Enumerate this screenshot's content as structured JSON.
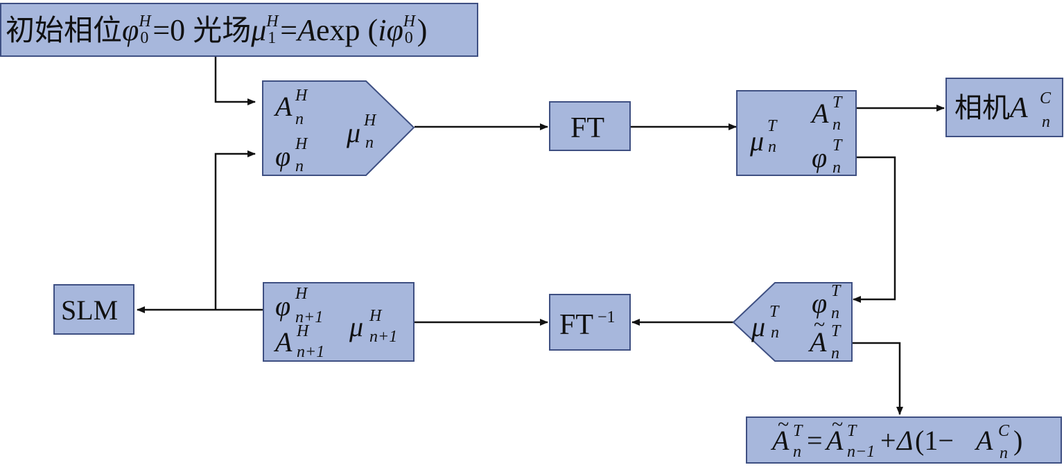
{
  "init_box": {
    "prefix_cn": "初始相位",
    "phi": "φ",
    "phi_sup": "H",
    "phi_sub": "0",
    "eq1": "=0 ",
    "field_cn": "光场",
    "mu": "μ",
    "mu_sup": "H",
    "mu_sub": "1",
    "eq2": "=",
    "A": "A",
    "exp": "exp (",
    "i": "i",
    "phi2": "φ",
    "phi2_sup": "H",
    "phi2_sub": "0",
    "close": ")"
  },
  "holo_box": {
    "A": "A",
    "A_sup": "H",
    "A_sub": "n",
    "phi": "φ",
    "phi_sup": "H",
    "phi_sub": "n",
    "mu": "μ",
    "mu_sup": "H",
    "mu_sub": "n"
  },
  "ft_box": {
    "label": "FT"
  },
  "target_box": {
    "mu": "μ",
    "mu_sup": "T",
    "mu_sub": "n",
    "A": "A",
    "A_sup": "T",
    "A_sub": "n",
    "phi": "φ",
    "phi_sup": "T",
    "phi_sub": "n"
  },
  "camera_box": {
    "cn": "相机",
    "A": "A",
    "A_sup": "C",
    "A_sub": "n"
  },
  "slm_box": {
    "label": "SLM"
  },
  "next_box": {
    "phi": "φ",
    "phi_sup": "H",
    "phi_sub": "n+1",
    "A": "A",
    "A_sup": "H",
    "A_sub": "n+1",
    "mu": "μ",
    "mu_sup": "H",
    "mu_sub": "n+1"
  },
  "ift_box": {
    "label": "FT",
    "sup": "−1"
  },
  "constraint_box": {
    "mu": "μ",
    "mu_sup": "T",
    "mu_sub": "n",
    "phi": "φ",
    "phi_sup": "T",
    "phi_sub": "n",
    "A": "A",
    "tilde": "~",
    "A_sup": "T",
    "A_sub": "n"
  },
  "update_box": {
    "tilde": "~",
    "A1": "A",
    "A1_sup": "T",
    "A1_sub": "n",
    "eq": "=",
    "A2": "A",
    "A2_sup": "T",
    "A2_sub": "n−1",
    "plus": "+",
    "delta": "Δ",
    "paren": " (1−",
    "A3": "A",
    "A3_sup": "C",
    "A3_sub": "n",
    "close": ")"
  },
  "colors": {
    "box_fill": "#a7b7dc",
    "box_border": "#3e4f82",
    "line": "#111111"
  }
}
